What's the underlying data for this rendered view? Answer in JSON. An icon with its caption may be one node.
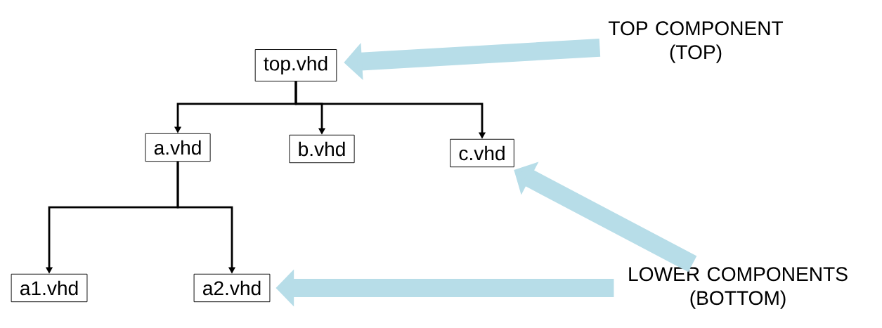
{
  "diagram": {
    "nodes": [
      {
        "text": [
          "top.vhd"
        ]
      },
      {
        "text": [
          "a.vhd"
        ]
      },
      {
        "text": [
          "b.vhd"
        ]
      },
      {
        "text": [
          "c.vhd"
        ]
      },
      {
        "text": [
          "a1.vhd"
        ]
      },
      {
        "text": [
          "a2.vhd"
        ]
      },
      {
        "text": [
          "TOP COMPONENT (TOP)"
        ]
      },
      {
        "text": [
          "LOWER COMPONENTS (BOTTOM)"
        ]
      }
    ],
    "edges": [
      {
        "from": 0,
        "to": 1,
        "arrow": "to"
      },
      {
        "from": 0,
        "to": 2,
        "arrow": "to"
      },
      {
        "from": 0,
        "to": 3,
        "arrow": "to"
      },
      {
        "from": 1,
        "to": 4,
        "arrow": "to"
      },
      {
        "from": 1,
        "to": 5,
        "arrow": "to"
      },
      {
        "from": 6,
        "to": 0,
        "arrow": "to",
        "style": "thick",
        "color": "#b7dde8"
      },
      {
        "from": 7,
        "to": 3,
        "arrow": "to",
        "style": "thick",
        "color": "#b7dde8"
      },
      {
        "from": 7,
        "to": 5,
        "arrow": "to",
        "style": "thick",
        "color": "#b7dde8"
      }
    ]
  }
}
